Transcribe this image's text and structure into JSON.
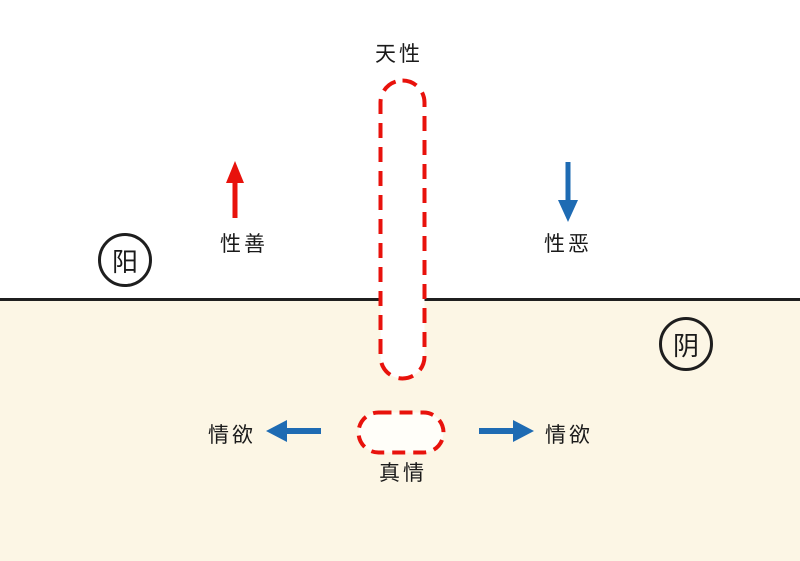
{
  "diagram": {
    "type": "concept-diagram",
    "title": "天性",
    "regions": {
      "upper_label": "阳",
      "lower_label": "阴"
    },
    "labels": {
      "tianxing": "天性",
      "xingshan": "性善",
      "xinge": "性恶",
      "yang": "阳",
      "yin": "阴",
      "qingyu_left": "情欲",
      "qingyu_right": "情欲",
      "zhenqing": "真情"
    },
    "arrows": [
      {
        "name": "good-nature-arrow",
        "direction": "up",
        "color": "#e8120c",
        "label": "性善"
      },
      {
        "name": "evil-nature-arrow",
        "direction": "down",
        "color": "#1e6bb3",
        "label": "性恶"
      },
      {
        "name": "desire-left-arrow",
        "direction": "left",
        "color": "#1e6bb3",
        "label": "情欲"
      },
      {
        "name": "desire-right-arrow",
        "direction": "right",
        "color": "#1e6bb3",
        "label": "情欲"
      }
    ],
    "colors": {
      "red_accent": "#e8120c",
      "blue_accent": "#1e6bb3",
      "divider_line": "#1f1f1f",
      "upper_background": "#ffffff",
      "lower_background": "#fcf6e5",
      "text": "#1a1a1a"
    }
  }
}
